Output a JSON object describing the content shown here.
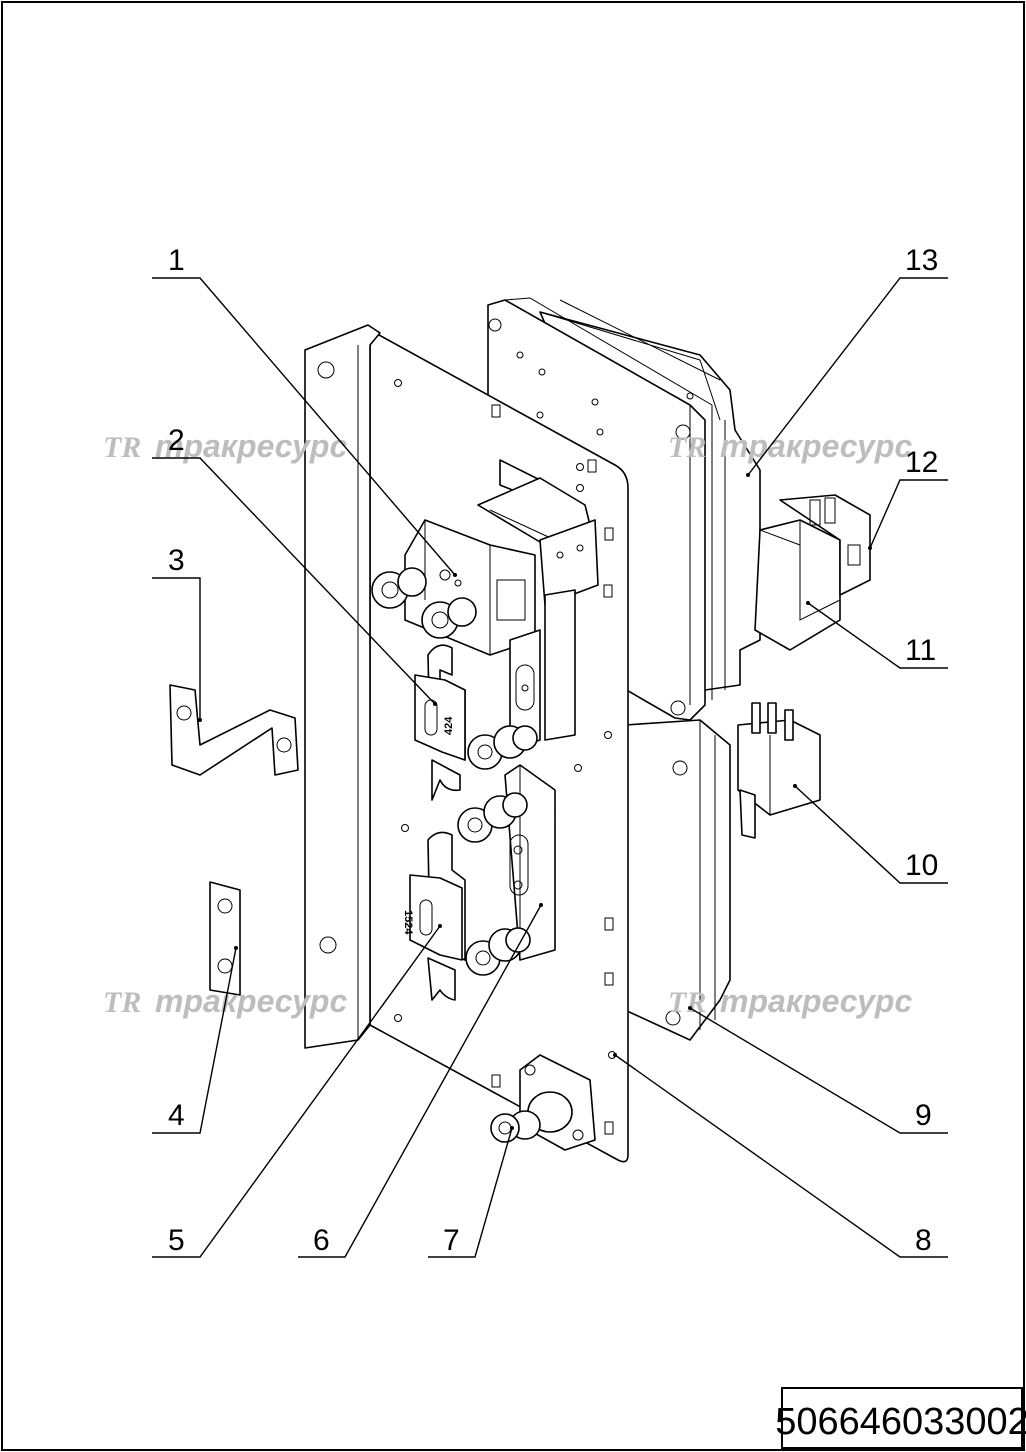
{
  "drawing": {
    "part_number": "506646033002",
    "watermark": {
      "logo": "TR",
      "text": "тракресурс"
    },
    "callouts": [
      "1",
      "2",
      "3",
      "4",
      "5",
      "6",
      "7",
      "8",
      "9",
      "10",
      "11",
      "12",
      "13"
    ],
    "fuse_marks": {
      "upper": "424",
      "lower": "1524"
    }
  }
}
